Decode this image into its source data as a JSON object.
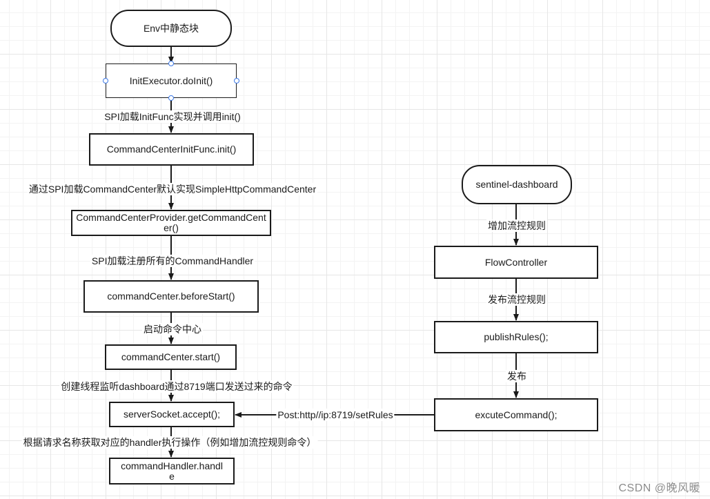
{
  "nodes": {
    "env_static": "Env中静态块",
    "init_executor": "InitExecutor.doInit()",
    "cc_init_func": "CommandCenterInitFunc.init()",
    "cc_provider": "CommandCenterProvider.getCommandCenter()",
    "before_start": "commandCenter.beforeStart()",
    "cc_start": "commandCenter.start()",
    "server_accept": "serverSocket.accept();",
    "handler_handle": "commandHandler.handle",
    "dashboard": "sentinel-dashboard",
    "flow_controller": "FlowController",
    "publish_rules": "publishRules();",
    "excute_command": "excuteCommand();"
  },
  "edges": {
    "spi_load_initfunc": "SPI加载InitFunc实现并调用init()",
    "spi_load_cc": "通过SPI加载CommandCenter默认实现SimpleHttpCommandCenter",
    "spi_register_handlers": "SPI加载注册所有的CommandHandler",
    "start_cc": "启动命令中心",
    "create_listen_thread": "创建线程监听dashboard通过8719端口发送过来的命令",
    "get_handler": "根据请求名称获取对应的handler执行操作（例如增加流控规则命令）",
    "add_rule": "增加流控规则",
    "publish_rule": "发布流控规则",
    "publish": "发布",
    "post_set_rules": "Post:http//ip:8719/setRules"
  },
  "watermark": "CSDN @晚风暖",
  "colors": {
    "stroke": "#1a1a1a",
    "grid": "#e6e6e6",
    "selection": "#3b78e7"
  }
}
